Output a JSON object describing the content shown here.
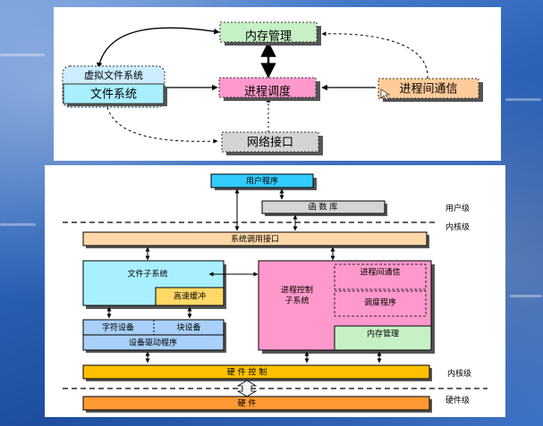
{
  "top_diagram": {
    "memory_mgmt": "内存管理",
    "process_sched": "进程调度",
    "vfs": "虚拟文件系统",
    "fs": "文件系统",
    "ipc": "进程间通信",
    "network": "网络接口"
  },
  "bottom_diagram": {
    "user_program": "用户程序",
    "library": "函 数 库",
    "user_level": "用户级",
    "kernel_level_top": "内核级",
    "syscall_interface": "系统调用接口",
    "file_subsystem": "文件子系统",
    "buffer_cache": "高速缓冲",
    "char_device": "字符设备",
    "block_device": "块设备",
    "device_driver": "设备驱动程序",
    "process_control_line1": "进程控制",
    "process_control_line2": "子系统",
    "ipc": "进程间通信",
    "scheduler": "调度程序",
    "memory_mgmt": "内存管理",
    "hardware_control": "硬 件 控 制",
    "kernel_level_bottom": "内核级",
    "hardware": "硬    件",
    "hardware_level": "硬件级"
  },
  "colors": {
    "green_box": "#c6f0c6",
    "pink_box": "#ff99cc",
    "cyan_box": "#cceeff",
    "orange_box": "#ffcc99",
    "gray_box": "#d4d4d4",
    "light_orange": "#ffd8a8",
    "light_cyan": "#a8f0ff",
    "yellow_box": "#ffd966",
    "blue_box": "#a8d0f8",
    "amber_bar": "#ffc000",
    "cyan_prog": "#33ccff"
  }
}
